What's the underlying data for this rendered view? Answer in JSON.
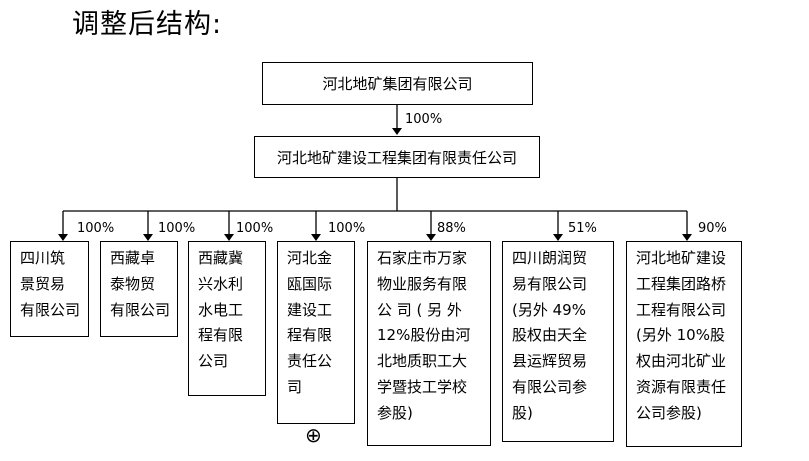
{
  "title": "调整后结构:",
  "top_company": "河北地矿集团有限公司",
  "top_to_mid_pct": "100%",
  "mid_company": "河北地矿建设工程集团有限责任公司",
  "subsidiaries": [
    {
      "name": "四川筑\n景贸易\n有限公司",
      "pct": "100%"
    },
    {
      "name": "西藏卓\n泰物贸\n有限公司",
      "pct": "100%"
    },
    {
      "name": "西藏冀\n兴水利\n水电工\n程有限\n公司",
      "pct": "100%"
    },
    {
      "name": "河北金\n瓯国际\n建设工\n程有限\n责任公\n司",
      "pct": "100%"
    },
    {
      "name": "石家庄市万家\n物业服务有限\n公 司 ( 另 外\n12%股份由河\n北地质职工大\n学暨技工学校\n参股)",
      "pct": "88%"
    },
    {
      "name": "四川朗润贸\n易有限公司\n(另外 49%\n股权由天全\n县运辉贸易\n有限公司参\n股)",
      "pct": "51%"
    },
    {
      "name": "河北地矿建设\n工程集团路桥\n工程有限公司\n(另外 10%股\n权由河北矿业\n资源有限责任\n公司参股)",
      "pct": "90%"
    }
  ],
  "symbol_below_jinou": "⊕"
}
